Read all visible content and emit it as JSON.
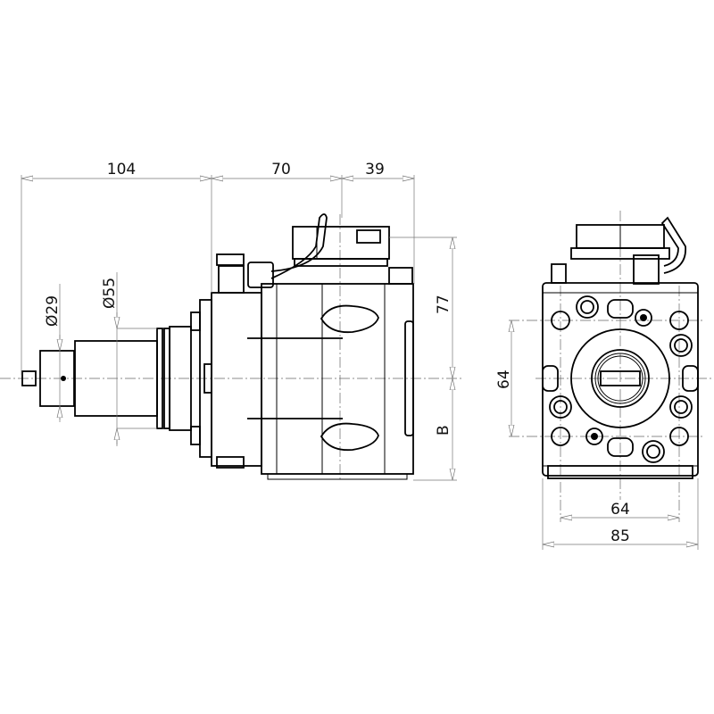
{
  "drawing": {
    "side_view": {
      "dimensions": {
        "length_shank": "104",
        "length_body": "70",
        "length_front": "39",
        "dia_tip": "Ø29",
        "dia_spindle": "Ø55",
        "height_top": "77",
        "height_bottom": "B"
      }
    },
    "front_view": {
      "dimensions": {
        "hole_spacing_vertical": "64",
        "hole_spacing_horizontal": "64",
        "width": "85"
      }
    }
  }
}
